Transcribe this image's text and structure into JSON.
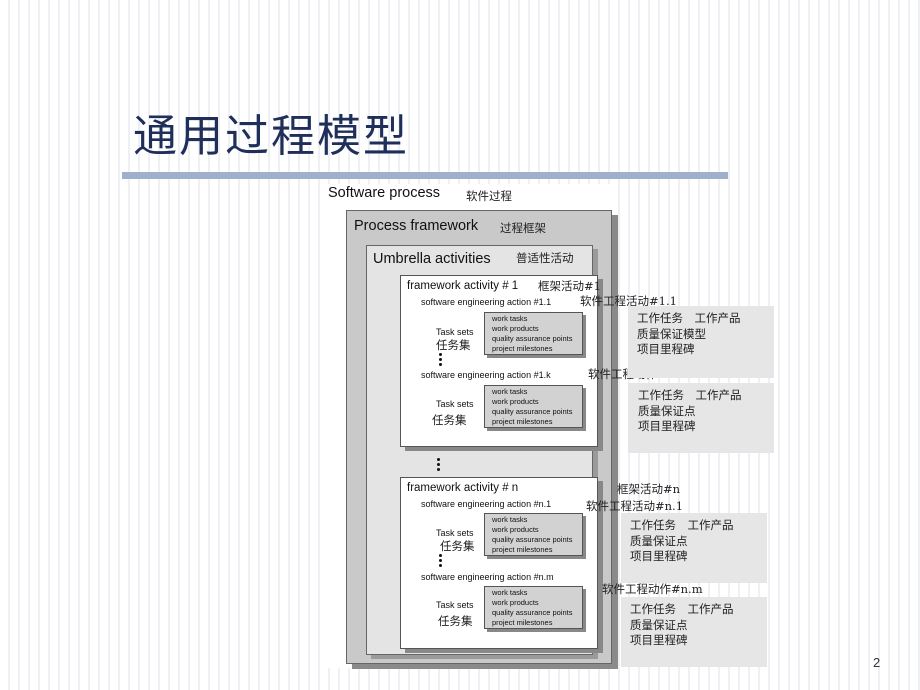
{
  "slide": {
    "title": "通用过程模型",
    "page_number": "2"
  },
  "diagram": {
    "software_process": {
      "en": "Software process",
      "cn": "软件过程"
    },
    "process_framework": {
      "en": "Process framework",
      "cn": "过程框架"
    },
    "umbrella_activities": {
      "en": "Umbrella activities",
      "cn": "普适性活动"
    },
    "fa1": {
      "title": "framework activity # 1",
      "cn": "框架活动#1",
      "action1": {
        "label": "software engineering action #1.1",
        "cn": "软件工程活动#1.1"
      },
      "action2": {
        "label": "software engineering action #1.k",
        "cn": "软件工程动作#1.k"
      }
    },
    "fan": {
      "title": "framework activity # n",
      "cn": "框架活动#n",
      "action1": {
        "label": "software engineering action #n.1",
        "cn": "软件工程活动#n.1"
      },
      "action2": {
        "label": "software engineering action #n.m",
        "cn": "软件工程动作#n.m"
      }
    },
    "task_sets": {
      "en": "Task sets",
      "cn": "任务集"
    },
    "task_items": [
      "work tasks",
      "work products",
      "quality assurance points",
      "project milestones"
    ]
  },
  "notes": [
    {
      "line1": "工作任务　工作产品",
      "line2": "质量保证模型",
      "line3": "项目里程碑"
    },
    {
      "line1": "工作任务　工作产品",
      "line2": "质量保证点",
      "line3": "项目里程碑"
    },
    {
      "line1": "工作任务　工作产品",
      "line2": "质量保证点",
      "line3": "项目里程碑"
    },
    {
      "line1": "工作任务　工作产品",
      "line2": "质量保证点",
      "line3": "项目里程碑"
    }
  ]
}
